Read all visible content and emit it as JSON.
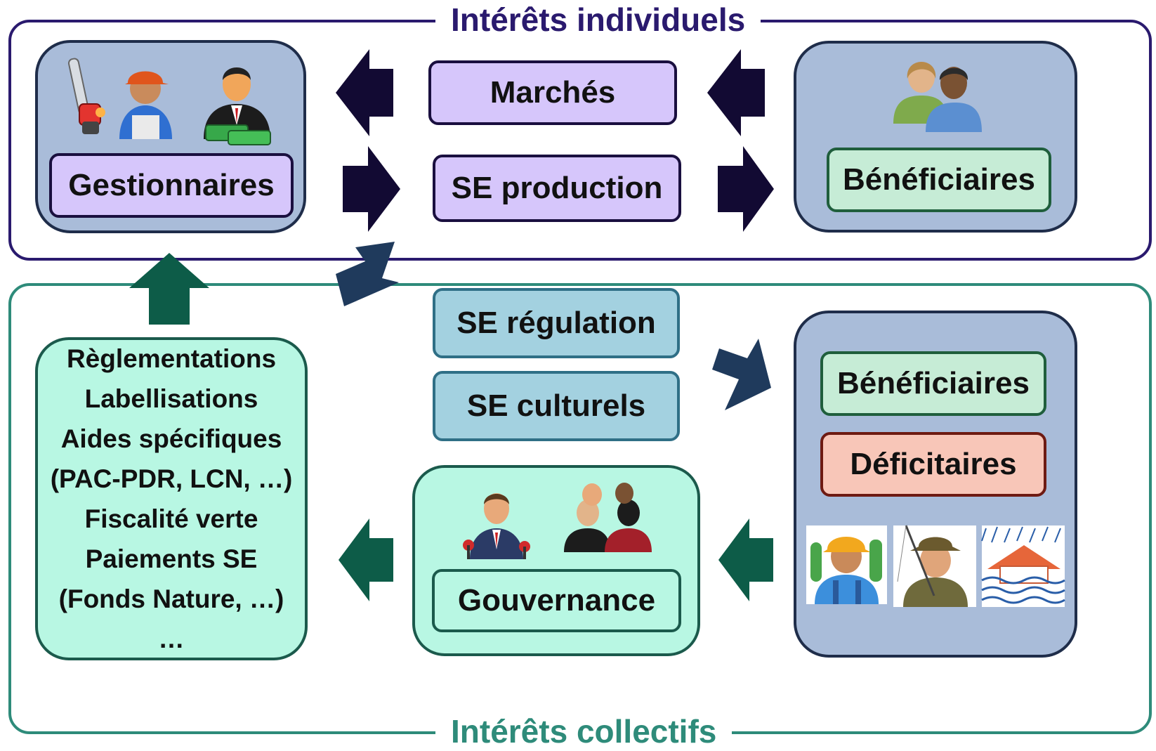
{
  "frames": {
    "individual_title": "Intérêts individuels",
    "collective_title": "Intérêts collectifs"
  },
  "individual": {
    "managers_label": "Gestionnaires",
    "markets_label": "Marchés",
    "production_label": "SE production",
    "beneficiaries_label": "Bénéficiaires"
  },
  "collective": {
    "regulation_label": "SE régulation",
    "cultural_label": "SE culturels",
    "governance_label": "Gouvernance",
    "beneficiaries_label": "Bénéficiaires",
    "deficit_label": "Déficitaires",
    "instruments": [
      "Règlementations",
      "Labellisations",
      "Aides spécifiques",
      "(PAC-PDR, LCN, …)",
      "Fiscalité verte",
      "Paiements SE",
      "(Fonds Nature, …)",
      "…"
    ]
  },
  "colors": {
    "individual_frame": "#2a1a6e",
    "collective_frame": "#2e8b7a",
    "dark_arrow": "#120a33",
    "slate_arrow": "#1f3a5c",
    "green_arrow": "#0d5c48"
  },
  "icons": [
    "chainsaw-icon",
    "worker-icon",
    "businessman-money-icon",
    "couple-icon",
    "speaker-microphones-icon",
    "group-discussion-icon",
    "hiker-icon",
    "fisherman-icon",
    "flooded-house-icon"
  ]
}
